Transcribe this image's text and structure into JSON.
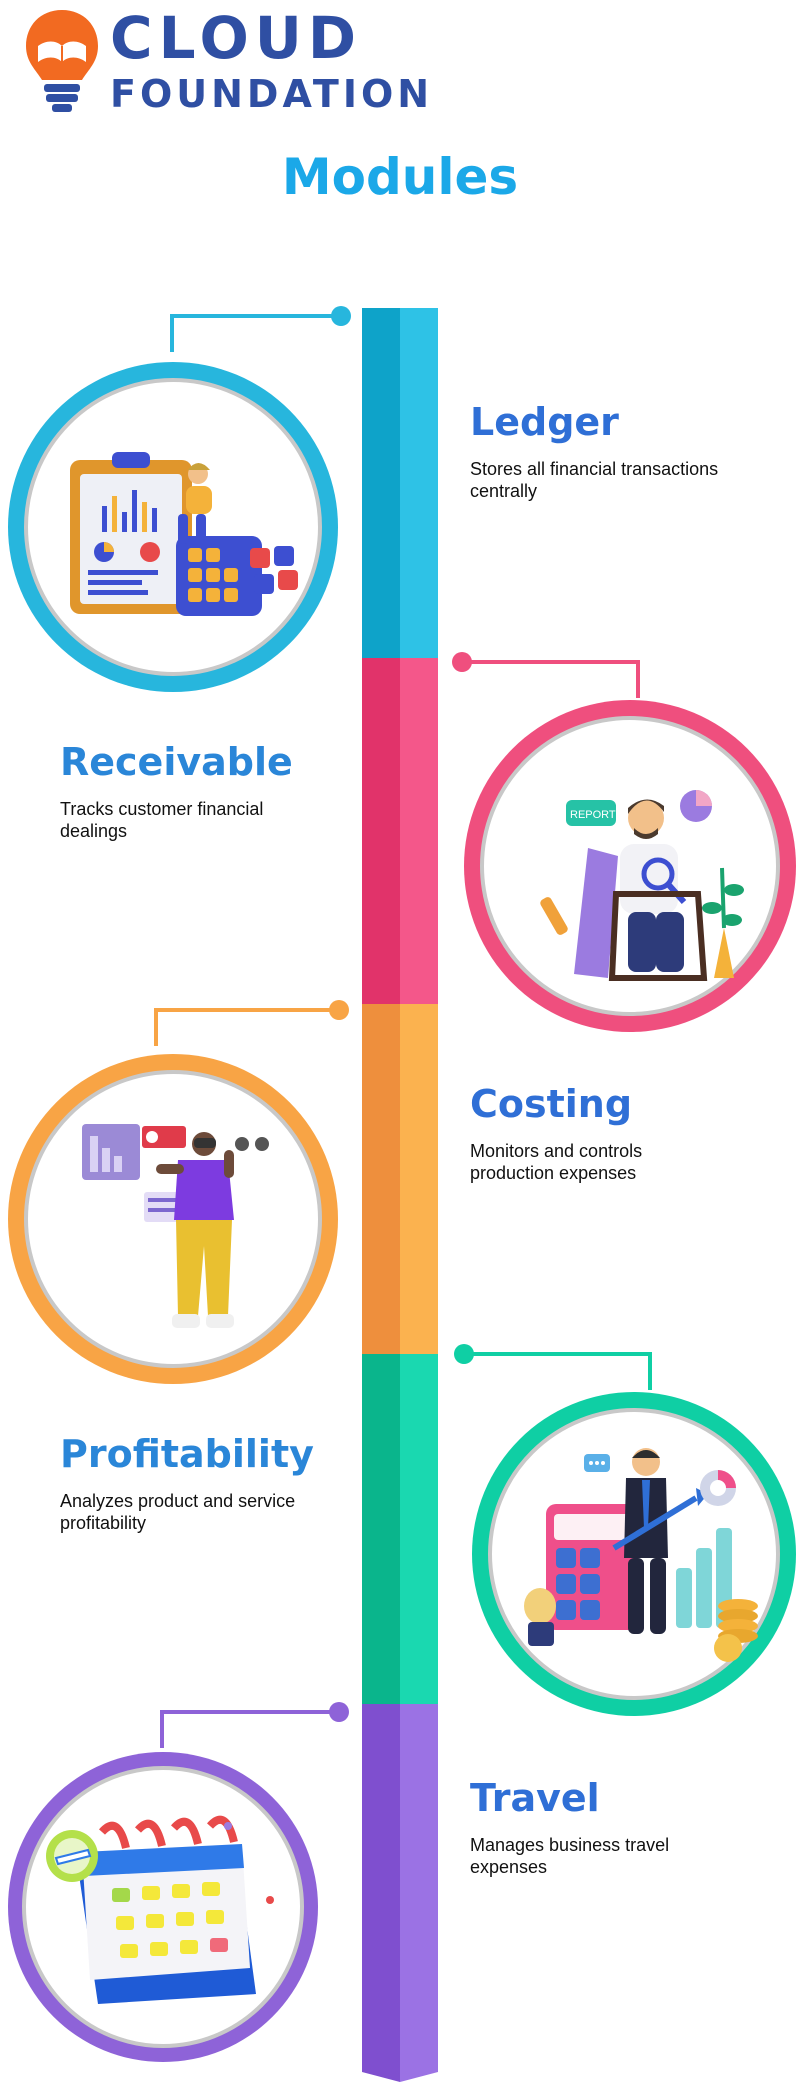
{
  "logo": {
    "line1": "CLOUD",
    "line2": "FOUNDATION",
    "icon": "lightbulb-book-icon"
  },
  "title": "Modules",
  "colors": {
    "ledger": "#27b6dd",
    "receivable": "#ef4f7e",
    "costing": "#f8a445",
    "profitability": "#0fcfa4",
    "travel": "#8e63d8",
    "heading_blue": "#2f6fd6"
  },
  "modules": [
    {
      "name": "Ledger",
      "description": "Stores all financial transactions centrally",
      "illustration": "clipboard-chart-calculator-illustration"
    },
    {
      "name": "Receivable",
      "description": "Tracks customer financial dealings",
      "illustration": "man-reviewing-report-illustration"
    },
    {
      "name": "Costing",
      "description": "Monitors and controls production expenses",
      "illustration": "person-presenting-charts-illustration"
    },
    {
      "name": "Profitability",
      "description": "Analyzes product and service profitability",
      "illustration": "businessman-growth-calculator-illustration"
    },
    {
      "name": "Travel",
      "description": "Manages business travel expenses",
      "illustration": "calendar-airplane-illustration"
    }
  ],
  "illustration_text": {
    "report_label": "REPORT"
  }
}
